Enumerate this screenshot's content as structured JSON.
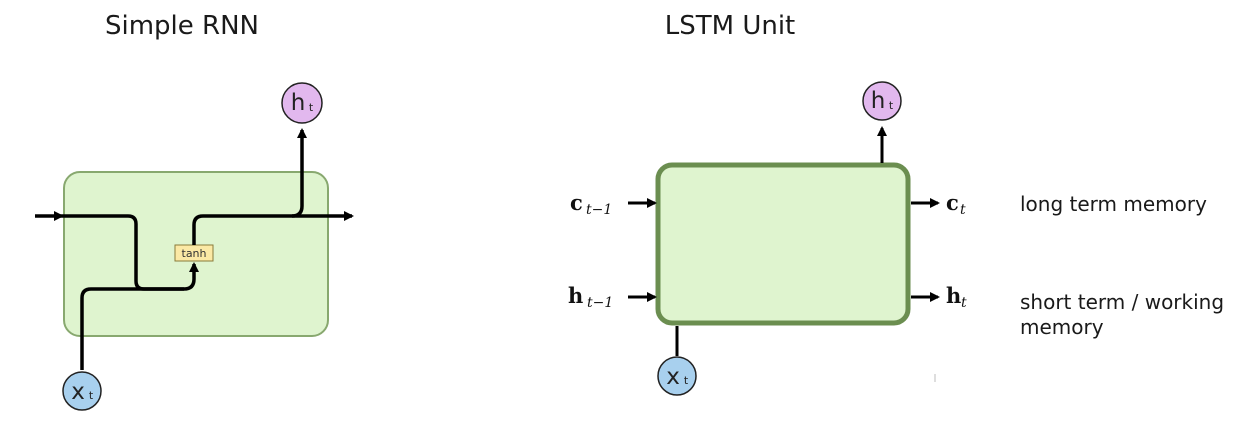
{
  "rnn": {
    "title": "Simple RNN",
    "gate_label": "tanh",
    "output_node": {
      "main": "h",
      "sub": "t"
    },
    "input_node": {
      "main": "x",
      "sub": "t"
    }
  },
  "lstm": {
    "title": "LSTM Unit",
    "output_node": {
      "main": "h",
      "sub": "t"
    },
    "input_node": {
      "main": "x",
      "sub": "t"
    },
    "cell_in": {
      "main": "c",
      "sub": "t−1"
    },
    "hidden_in": {
      "main": "h",
      "sub": "t−1"
    },
    "cell_out": {
      "main": "c",
      "sub": "t"
    },
    "hidden_out": {
      "main": "h",
      "sub": "t"
    },
    "long_term_label": "long term memory",
    "short_term_label_line1": "short term / working",
    "short_term_label_line2": "memory"
  },
  "colors": {
    "cell_fill": "#dff4cf",
    "rnn_cell_stroke": "#88a86f",
    "lstm_cell_stroke": "#6b8e50",
    "output_node_fill": "#e2b8ee",
    "input_node_fill": "#a8d0ee",
    "tanh_fill": "#fbe9a5"
  }
}
